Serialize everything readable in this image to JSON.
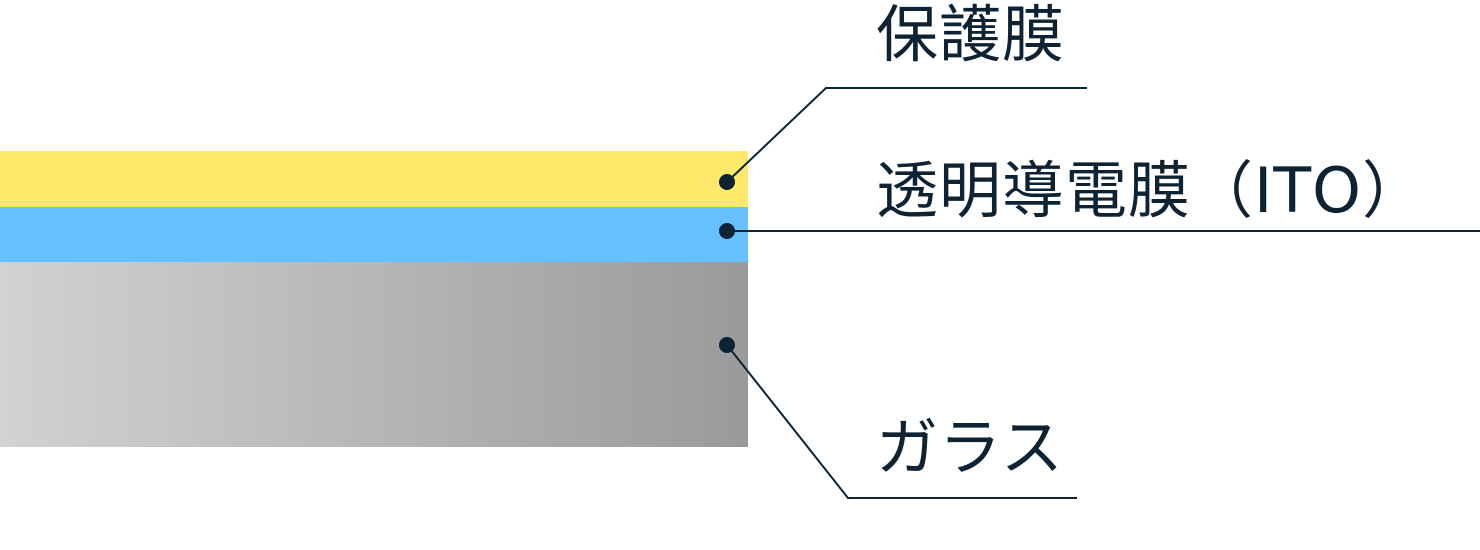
{
  "colors": {
    "protective": "#FFE86A",
    "ito": "#66BFFF",
    "glass_start": "#D2D2D2",
    "glass_end": "#9A9A9A",
    "ink": "#0D2233"
  },
  "labels": {
    "protective": "保護膜",
    "ito": "透明導電膜（ITO）",
    "glass": "ガラス"
  }
}
